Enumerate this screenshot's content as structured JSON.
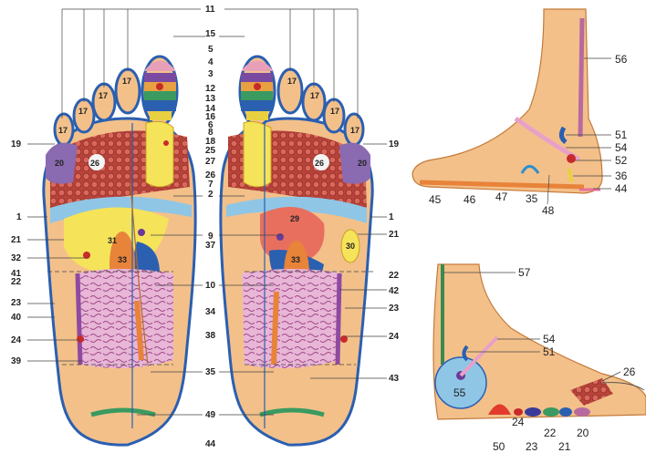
{
  "left_foot": {
    "labels_left": [
      "19",
      "1",
      "21",
      "32",
      "41",
      "22",
      "23",
      "40",
      "24",
      "39"
    ],
    "labels_center": [
      "11",
      "15",
      "5",
      "4",
      "3",
      "12",
      "13",
      "14",
      "16",
      "6",
      "8",
      "18",
      "25",
      "27",
      "26",
      "7",
      "2",
      "9",
      "37",
      "10",
      "34",
      "38",
      "35",
      "49",
      "44"
    ],
    "zones": {
      "toe": "17",
      "pad": "26",
      "heel_outer": "20",
      "liver": "31",
      "gallbladder": "33"
    }
  },
  "right_foot": {
    "labels_right": [
      "19",
      "1",
      "21",
      "22",
      "42",
      "23",
      "24",
      "43"
    ],
    "zones": {
      "toe": "17",
      "pad": "26",
      "heel_outer": "20",
      "heart": "29",
      "spleen": "30",
      "gallbladder": "33"
    }
  },
  "side_view": {
    "labels": [
      "56",
      "51",
      "54",
      "52",
      "36",
      "44",
      "45",
      "46",
      "47",
      "35",
      "48"
    ]
  },
  "inner_view": {
    "labels": [
      "57",
      "54",
      "51",
      "26",
      "55",
      "50",
      "24",
      "23",
      "22",
      "21",
      "20"
    ]
  },
  "colors": {
    "skin": "#f3c08a",
    "outline": "#2b5fb0",
    "sinus": "#e8a0b8",
    "liver": "#f5e35a",
    "heart": "#e86f5e",
    "gallbladder": "#e8833a",
    "intestine": "#e7b6d6",
    "pad": "#c84a3f"
  }
}
